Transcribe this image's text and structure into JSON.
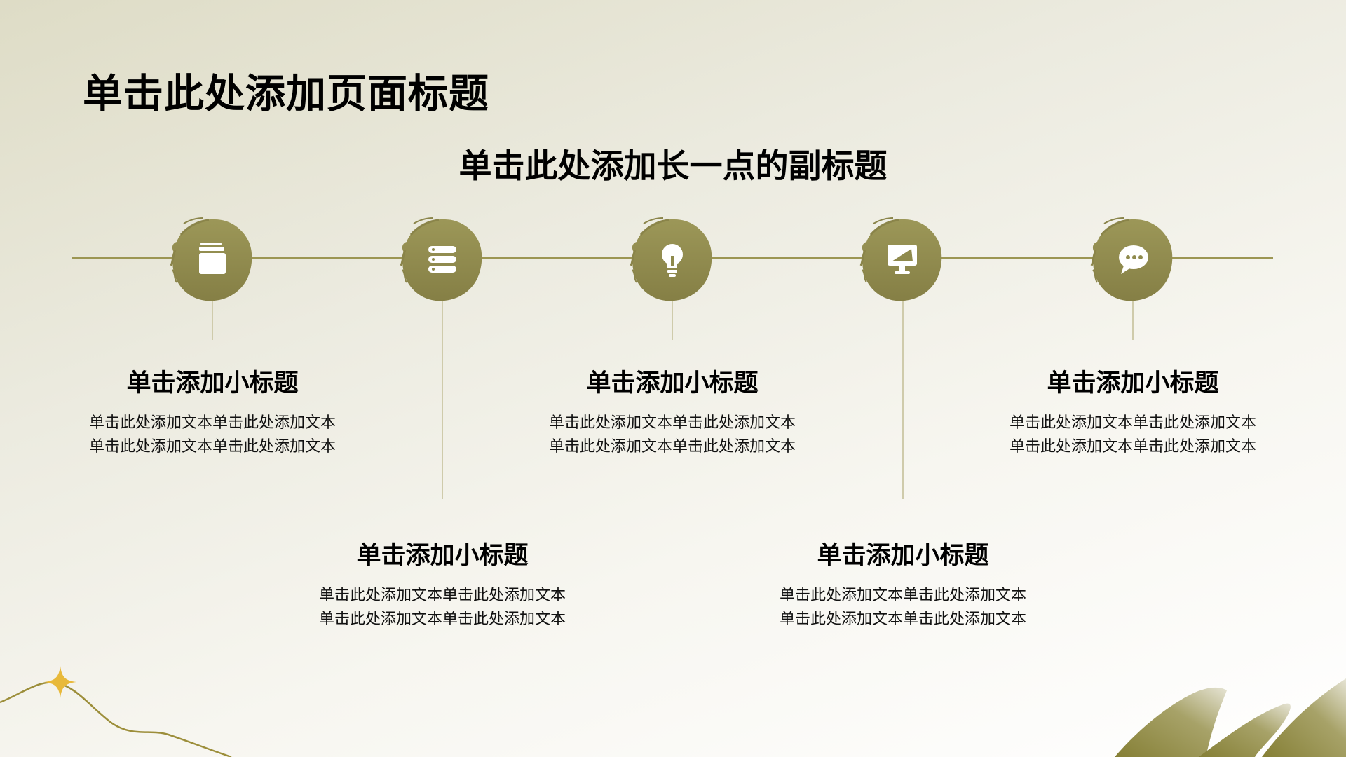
{
  "header": {
    "title": "单击此处添加页面标题",
    "subtitle": "单击此处添加长一点的副标题"
  },
  "accent_color": "#8f8a4d",
  "timeline": [
    {
      "icon": "folder-icon",
      "title": "单击添加小标题",
      "text": "单击此处添加文本单击此处添加文本单击此处添加文本单击此处添加文本"
    },
    {
      "icon": "server-icon",
      "title": "单击添加小标题",
      "text": "单击此处添加文本单击此处添加文本单击此处添加文本单击此处添加文本"
    },
    {
      "icon": "lightbulb-icon",
      "title": "单击添加小标题",
      "text": "单击此处添加文本单击此处添加文本单击此处添加文本单击此处添加文本"
    },
    {
      "icon": "monitor-icon",
      "title": "单击添加小标题",
      "text": "单击此处添加文本单击此处添加文本单击此处添加文本单击此处添加文本"
    },
    {
      "icon": "chat-icon",
      "title": "单击添加小标题",
      "text": "单击此处添加文本单击此处添加文本单击此处添加文本单击此处添加文本"
    }
  ]
}
